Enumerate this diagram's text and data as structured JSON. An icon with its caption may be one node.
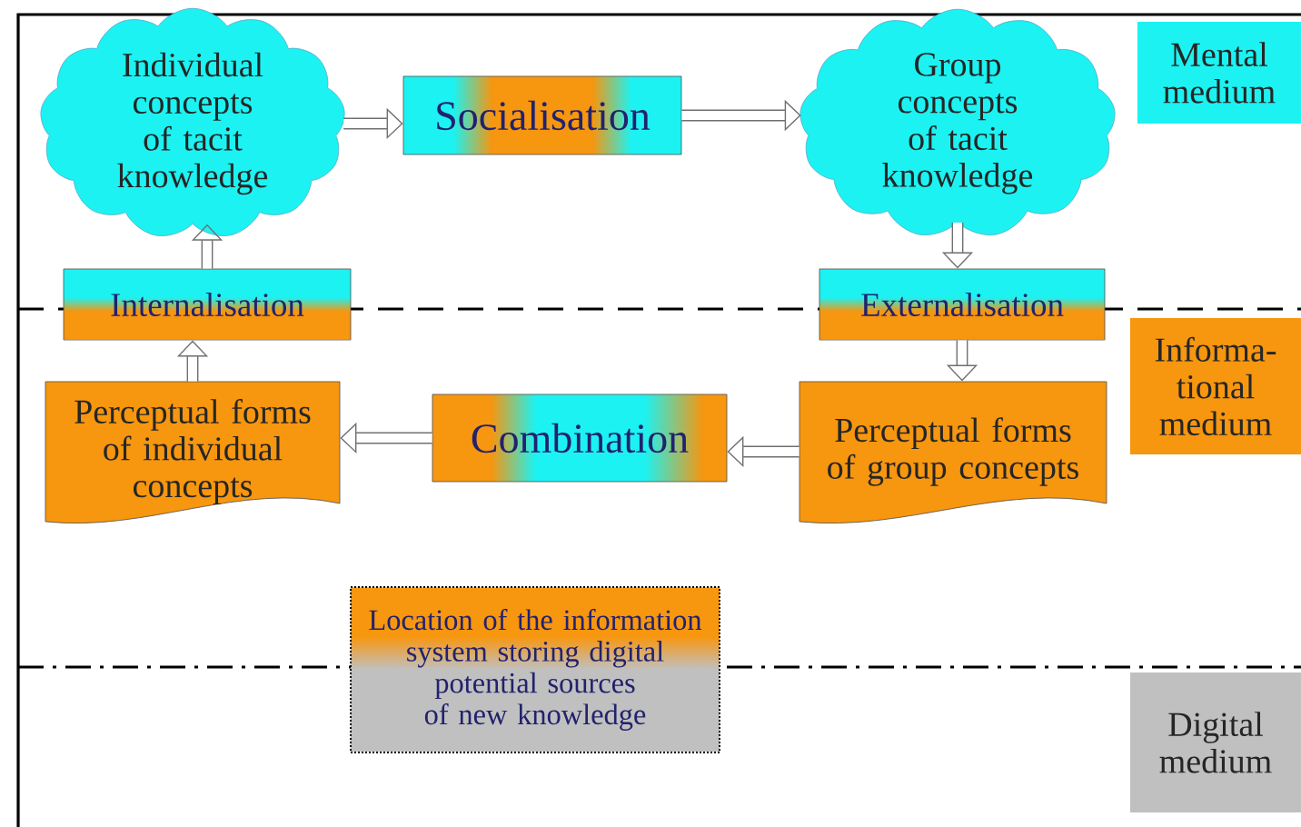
{
  "diagram": {
    "nodes": [
      {
        "text": [
          "Individual concepts of tacit knowledge"
        ]
      },
      {
        "text": [
          "Socialisation"
        ]
      },
      {
        "text": [
          "Group concepts of tacit knowledge"
        ]
      },
      {
        "text": [
          "Internalisation"
        ]
      },
      {
        "text": [
          "Externalisation"
        ]
      },
      {
        "text": [
          "Perceptual forms of individual concepts"
        ]
      },
      {
        "text": [
          "Combination"
        ]
      },
      {
        "text": [
          "Perceptual forms of group concepts"
        ]
      },
      {
        "text": [
          "Location of the information system storing digital potential sources of new knowledge"
        ]
      },
      {
        "text": [
          "Mental medium"
        ]
      },
      {
        "text": [
          "Informa- tional medium"
        ]
      },
      {
        "text": [
          "Digital medium"
        ]
      }
    ],
    "edges": [
      {
        "from": 0,
        "to": 1,
        "arrow": "to"
      },
      {
        "from": 1,
        "to": 2,
        "arrow": "to"
      },
      {
        "from": 2,
        "to": 4,
        "arrow": "to"
      },
      {
        "from": 4,
        "to": 7,
        "arrow": "to"
      },
      {
        "from": 7,
        "to": 6,
        "arrow": "to"
      },
      {
        "from": 6,
        "to": 5,
        "arrow": "to"
      },
      {
        "from": 5,
        "to": 3,
        "arrow": "to"
      },
      {
        "from": 3,
        "to": 0,
        "arrow": "to"
      }
    ]
  }
}
